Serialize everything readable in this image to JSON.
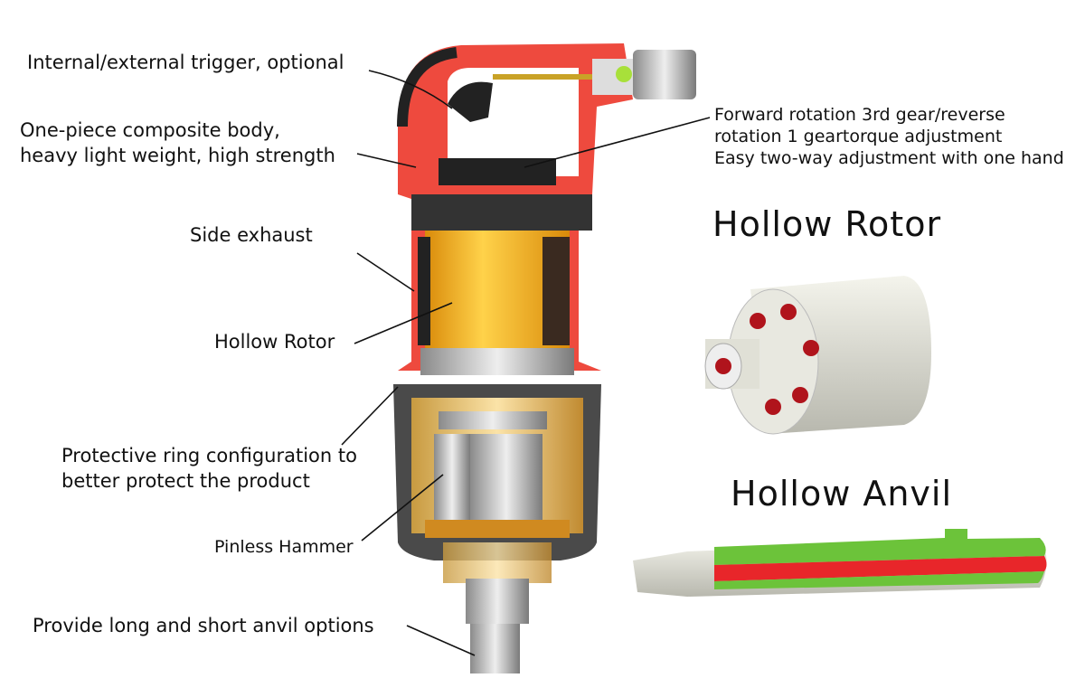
{
  "labels": {
    "trigger": "Internal/external trigger, optional",
    "body_line1": "One-piece composite body,",
    "body_line2": "heavy light weight, high strength",
    "exhaust": "Side exhaust",
    "rotor": "Hollow Rotor",
    "ring_line1": "Protective ring configuration to",
    "ring_line2": "better protect the product",
    "hammer": "Pinless Hammer",
    "anvil_options": "Provide long and short anvil options",
    "gear_line1": "Forward rotation 3rd gear/reverse",
    "gear_line2": "rotation 1 geartorque adjustment",
    "gear_line3": "Easy two-way adjustment with one hand"
  },
  "headings": {
    "hollow_rotor": "Hollow Rotor",
    "hollow_anvil": "Hollow Anvil"
  },
  "colors": {
    "body_red": "#ee4a3e",
    "rotor_yellow": "#f2b01e",
    "case_dark": "#4a4a4a",
    "anvil_green": "#6cc33a",
    "hole_red": "#b0141c"
  }
}
